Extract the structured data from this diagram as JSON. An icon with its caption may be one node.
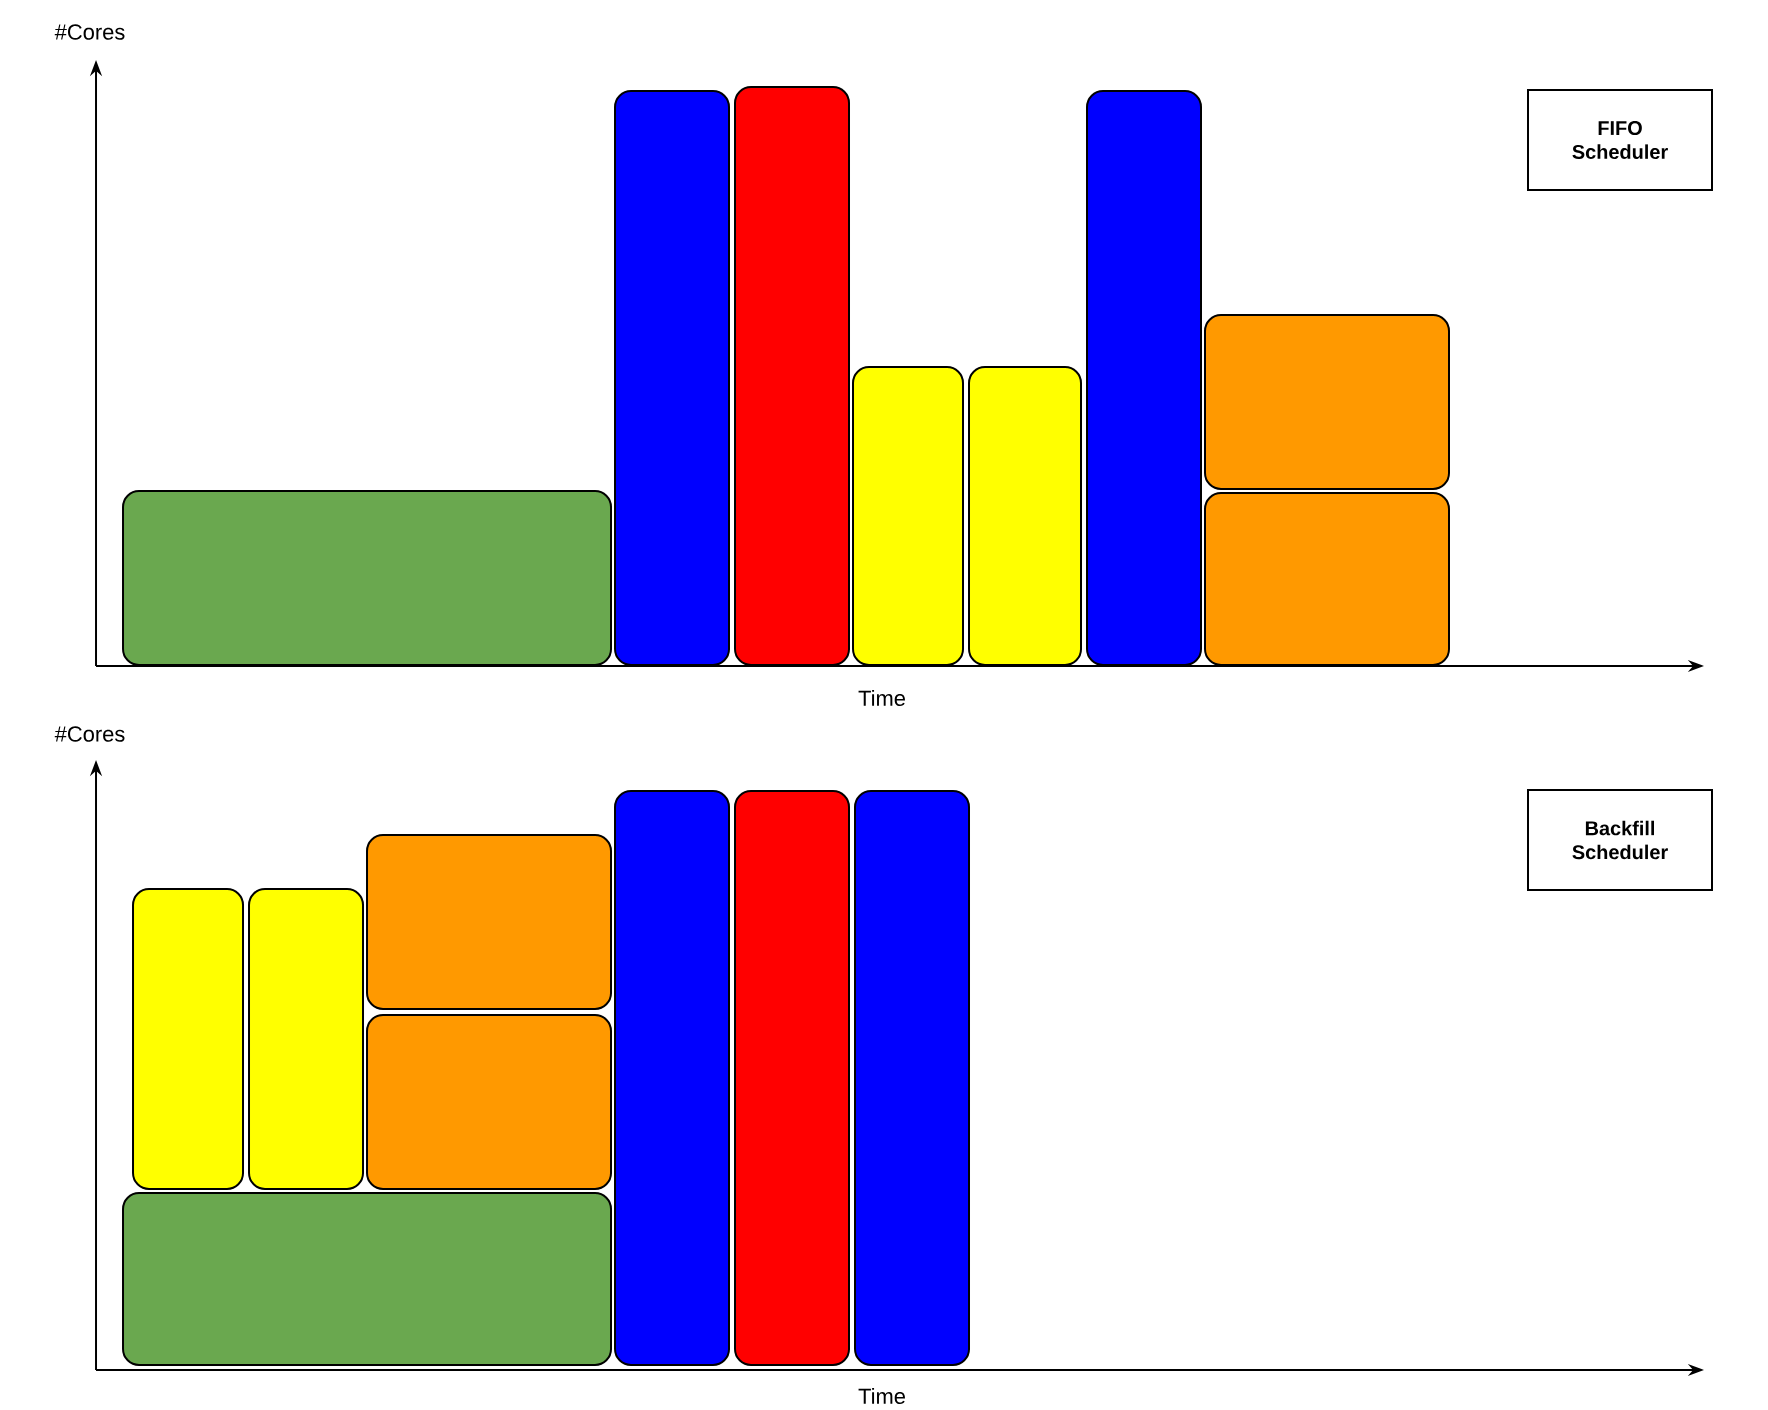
{
  "diagram": {
    "nodes": [
      {
        "text": [],
        "shape": "box"
      },
      {
        "text": [],
        "shape": "box"
      },
      {
        "text": [],
        "shape": "box"
      },
      {
        "text": [],
        "shape": "box"
      },
      {
        "text": [],
        "shape": "box"
      },
      {
        "text": [],
        "shape": "box"
      },
      {
        "text": [],
        "shape": "box"
      },
      {
        "text": [],
        "shape": "box"
      },
      {
        "text": [
          "FIFO Scheduler"
        ]
      },
      {
        "text": [],
        "shape": "box"
      },
      {
        "text": [],
        "shape": "box"
      },
      {
        "text": [],
        "shape": "box"
      },
      {
        "text": [],
        "shape": "box"
      },
      {
        "text": [],
        "shape": "box"
      },
      {
        "text": [],
        "shape": "box"
      },
      {
        "text": [],
        "shape": "box"
      },
      {
        "text": [],
        "shape": "box"
      },
      {
        "text": [
          "Backfill Scheduler"
        ]
      }
    ],
    "edges": [],
    "labels": [
      "#Cores",
      "Time",
      "#Cores",
      "Time"
    ]
  }
}
